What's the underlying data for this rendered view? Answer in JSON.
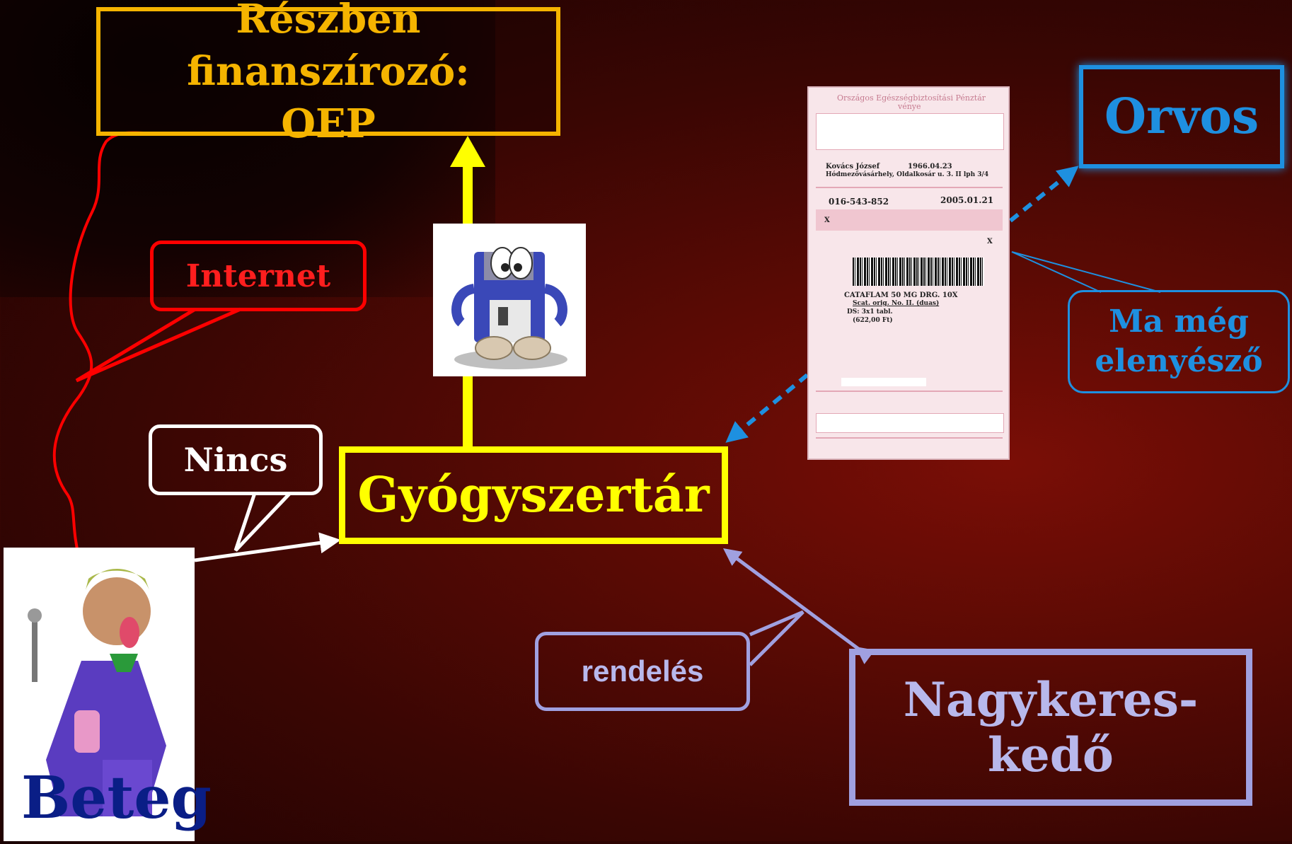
{
  "financer": {
    "line1": "Részben finanszírozó:",
    "line2": "OEP"
  },
  "doctor": {
    "label": "Orvos"
  },
  "pharmacy": {
    "label": "Gyógyszertár"
  },
  "wholesaler": {
    "line1": "Nagykeres-",
    "line2": "kedő"
  },
  "callouts": {
    "internet": "Internet",
    "nincs": "Nincs",
    "rendeles": "rendelés",
    "ma_line1": "Ma még",
    "ma_line2": "elenyésző"
  },
  "patient": {
    "label": "Beteg"
  },
  "prescription": {
    "header_line1": "Országos Egészségbiztosítási Pénztár",
    "header_line2": "vénye",
    "patient_name": "Kovács József",
    "birth_date": "1966.04.23",
    "address": "Hódmezővásárhely, Oldalkosár u. 3. II lph 3/4",
    "taj": "016-543-852",
    "date": "2005.01.21",
    "mark": "X",
    "drug": "CATAFLAM 50 MG DRG. 10X",
    "sig1": "Scat. orig. No. II. (duas)",
    "sig2": "DS: 3x1 tabl.",
    "price": "(622,00 Ft)"
  },
  "colors": {
    "financer": "#f5b400",
    "doctor": "#1e90e0",
    "pharmacy": "#ffff00",
    "wholesaler": "#a0a0e0",
    "internet": "#ff0000",
    "nincs": "#ffffff",
    "patient_label": "#0a1e86"
  },
  "icons": {
    "floppy": "floppy-disk-mascot-icon",
    "patient": "patient-figure-icon"
  }
}
